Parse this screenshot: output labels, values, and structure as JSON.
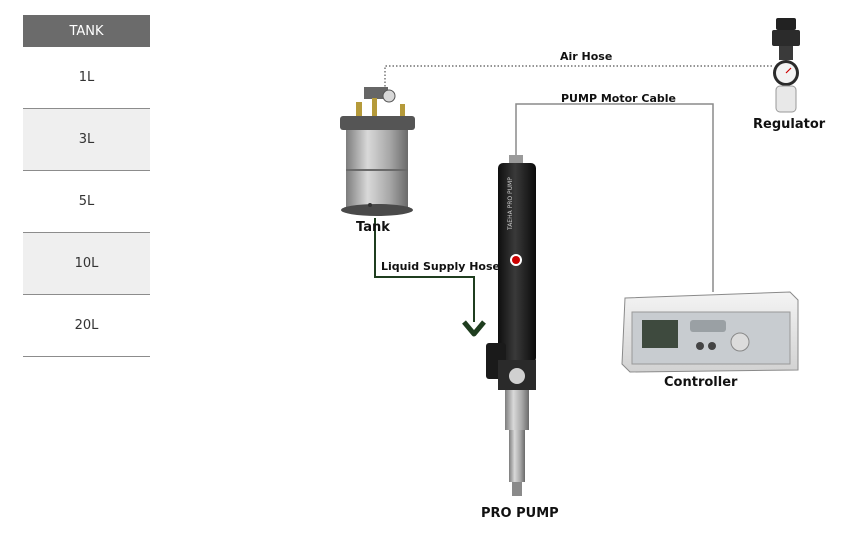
{
  "tank_menu": {
    "header": "TANK",
    "items": [
      {
        "label": "1L"
      },
      {
        "label": "3L"
      },
      {
        "label": "5L"
      },
      {
        "label": "10L"
      },
      {
        "label": "20L"
      }
    ]
  },
  "diagram": {
    "labels": {
      "air_hose": "Air Hose",
      "pump_motor_cable": "PUMP Motor Cable",
      "regulator": "Regulator",
      "tank": "Tank",
      "liquid_supply_hose": "Liquid Supply Hose",
      "controller": "Controller",
      "pro_pump": "PRO PUMP"
    },
    "pump_branding": "TAEHA PRO PUMP",
    "colors": {
      "liquid_hose": "#1f3d1f",
      "cable": "#8a8a8a",
      "air_hose": "#555555",
      "pump_body": "#1c1c1c",
      "controller_panel": "#c8ccd0"
    }
  }
}
